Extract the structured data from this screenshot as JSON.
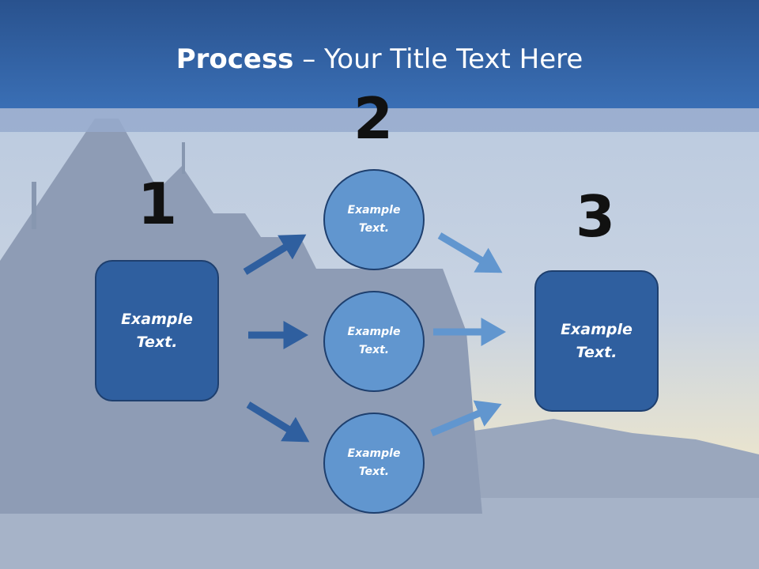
{
  "title": {
    "bold": "Process",
    "rest": " – Your Title Text Here"
  },
  "steps": {
    "one": "1",
    "two": "2",
    "three": "3"
  },
  "boxes": {
    "left": "Example\nText.",
    "right": "Example\nText."
  },
  "circles": [
    "Example\nText.",
    "Example\nText.",
    "Example\nText."
  ],
  "colors": {
    "dark_arrow": "#2f5f9f",
    "light_arrow": "#6196cf",
    "box_fill": "#2f5f9f",
    "circle_fill": "#6196cf"
  }
}
